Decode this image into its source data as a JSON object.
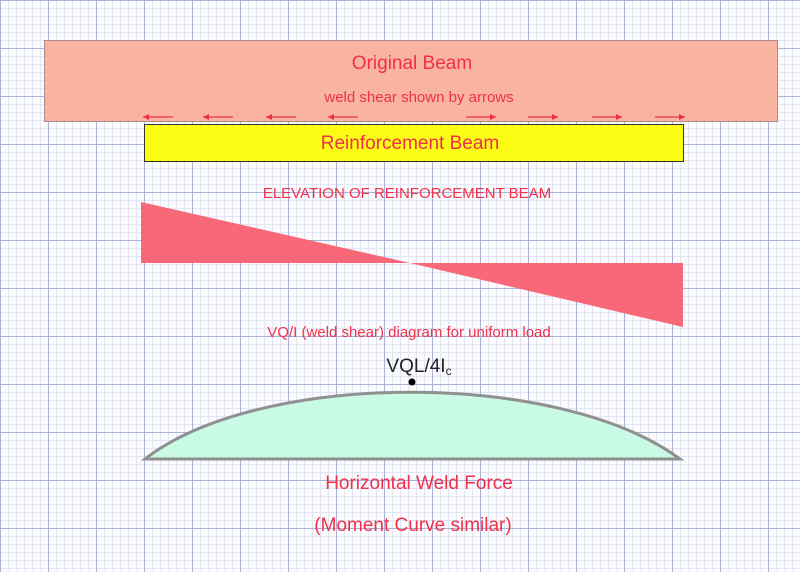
{
  "labels": {
    "original_beam": "Original Beam",
    "weld_shear_note": "weld shear shown by arrows",
    "reinforcement_beam": "Reinforcement Beam",
    "elevation_title": "ELEVATION  OF REINFORCEMENT BEAM",
    "shear_diagram_caption": "VQ/I (weld shear) diagram for uniform load",
    "peak_label_main": "VQL/4I",
    "peak_label_sub": "c",
    "weld_force_title": "Horizontal Weld Force",
    "moment_note": "(Moment Curve similar)"
  },
  "colors": {
    "original_beam": "#f8b4a0",
    "reinforcement_beam": "#fcfc14",
    "shear_diagram": "#f86878",
    "weld_force_fill": "#c8fae6",
    "curve_stroke": "#909090",
    "text_red": "#f0304a",
    "arrow_red": "#f0304a"
  },
  "arrows": {
    "left_pointing": 4,
    "right_pointing": 4
  }
}
